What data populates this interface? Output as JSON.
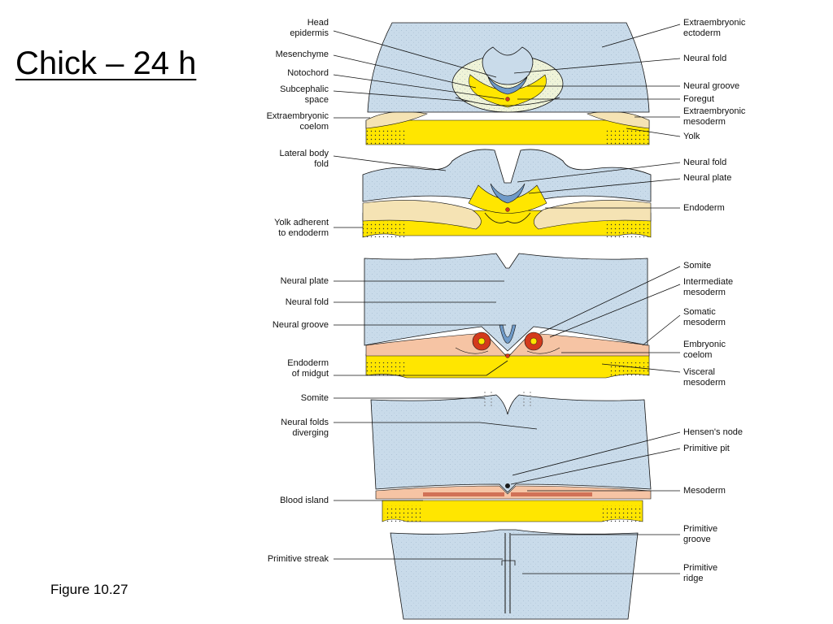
{
  "slide": {
    "title": "Chick – 24 h",
    "caption": "Figure 10.27"
  },
  "colors": {
    "ectoderm": "#c9dbea",
    "neural": "#6f9ac8",
    "yolk": "#ffe600",
    "mesenchyme": "#eff3d8",
    "mesoderm": "#f6c4a4",
    "somite": "#d33a1c",
    "endoderm": "#f5e3b4",
    "line": "#111111"
  },
  "labels": {
    "head_epidermis": "Head\nepidermis",
    "mesenchyme": "Mesenchyme",
    "notochord": "Notochord",
    "subcephalic_space": "Subcephalic\nspace",
    "extraembryonic_coelom": "Extraembryonic\ncoelom",
    "lateral_body_fold": "Lateral body\nfold",
    "yolk_adherent": "Yolk adherent\nto endoderm",
    "neural_plate_l": "Neural plate",
    "neural_fold_l": "Neural fold",
    "neural_groove_l": "Neural groove",
    "endoderm_midgut": "Endoderm\nof midgut",
    "somite_l": "Somite",
    "neural_folds_diverging": "Neural folds\ndiverging",
    "blood_island": "Blood island",
    "primitive_streak": "Primitive streak",
    "extraembryonic_ectoderm": "Extraembryonic\nectoderm",
    "neural_fold_r1": "Neural fold",
    "neural_groove_r1": "Neural groove",
    "foregut": "Foregut",
    "extraembryonic_mesoderm": "Extraembryonic\nmesoderm",
    "yolk": "Yolk",
    "neural_fold_r2": "Neural fold",
    "neural_plate_r2": "Neural plate",
    "endoderm": "Endoderm",
    "somite_r": "Somite",
    "intermediate_mesoderm": "Intermediate\nmesoderm",
    "somatic_mesoderm": "Somatic\nmesoderm",
    "embryonic_coelom": "Embryonic\ncoelom",
    "visceral_mesoderm": "Visceral\nmesoderm",
    "hensens_node": "Hensen's node",
    "primitive_pit": "Primitive pit",
    "mesoderm": "Mesoderm",
    "primitive_groove": "Primitive\ngroove",
    "primitive_ridge": "Primitive\nridge"
  }
}
